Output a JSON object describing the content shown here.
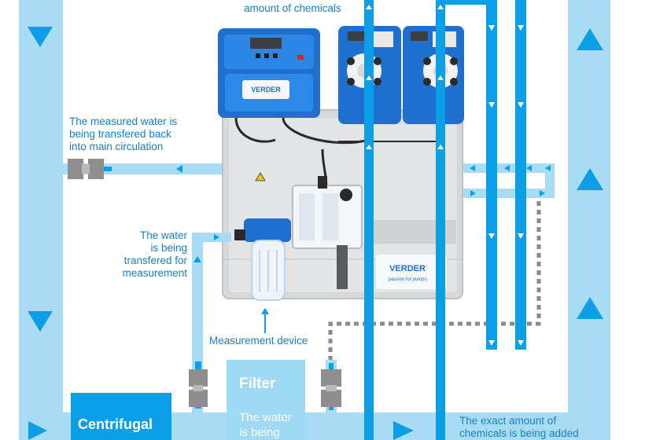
{
  "labels": {
    "top_chemicals": "amount of chemicals",
    "measured_water_back": [
      "The measured water is",
      "being transfered back",
      "into main circulation"
    ],
    "water_for_measurement": [
      "The water",
      "is being",
      "transfered for",
      "measurement"
    ],
    "measurement_device": "Measurement device",
    "exact_amount": [
      "The exact amount of",
      "chemicals is being added"
    ]
  },
  "filter_box": {
    "title": "Filter",
    "text": [
      "The water",
      "is being"
    ]
  },
  "pump_box": {
    "title": "Centrifugal"
  },
  "brand": {
    "controller_logo": "VERDER",
    "panel_logo": "VERDER",
    "panel_tagline": "passion for pumps"
  },
  "colors": {
    "pipe_light": "#a8dcf5",
    "pipe_blue": "#0a9fe6",
    "label_blue": "#1a7fc8",
    "box_blue": "#0a9fe6",
    "box_light": "#9fd9f4",
    "panel_grey": "#d6d8da",
    "arrow_blue": "#0a9fe6",
    "dotted_grey": "#8a8a8a"
  }
}
